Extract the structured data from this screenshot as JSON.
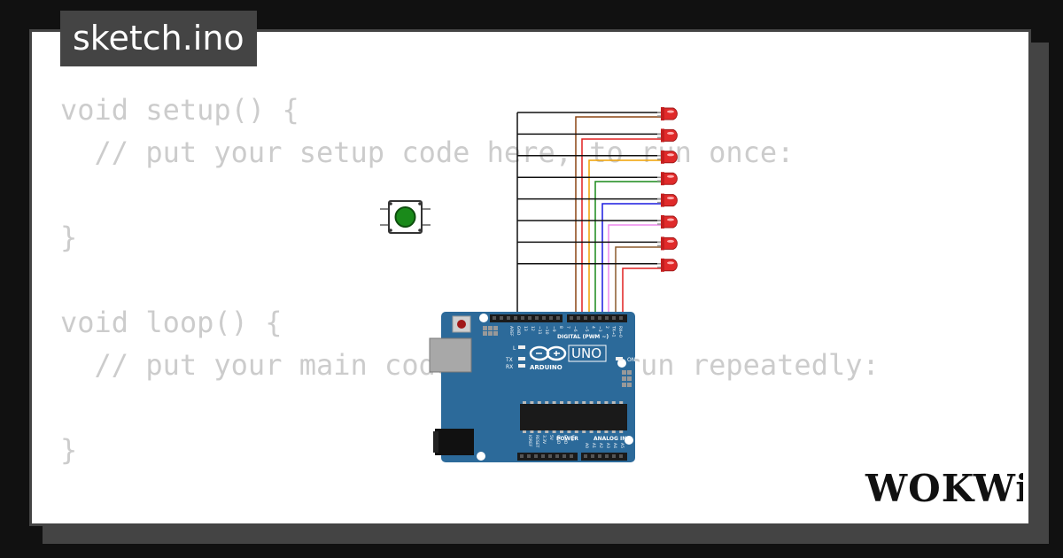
{
  "tab": {
    "title": "sketch.ino"
  },
  "code": {
    "lines": [
      "void setup() {",
      "  // put your setup code here, to run once:",
      "",
      "}",
      "",
      "void loop() {",
      "  // put your main code here, to run repeatedly:",
      "",
      "}"
    ]
  },
  "board": {
    "brand": "ARDUINO",
    "model": "UNO",
    "header_label": "DIGITAL (PWM ~)",
    "power_label": "POWER",
    "analog_label": "ANALOG IN",
    "on_label": "ON",
    "tx_label": "TX",
    "rx_label": "RX",
    "l_label": "L",
    "color": "#2c6a9a",
    "digital_pins": [
      "AREF",
      "GND",
      "13",
      "12",
      "~11",
      "~10",
      "~9",
      "8",
      "7",
      "~6",
      "~5",
      "4",
      "~3",
      "2",
      "TX→1",
      "RX←0"
    ],
    "power_pins": [
      "IOREF",
      "RESET",
      "3.3V",
      "5V",
      "GND",
      "GND",
      "Vin"
    ],
    "analog_pins": [
      "A0",
      "A1",
      "A2",
      "A3",
      "A4",
      "A5"
    ]
  },
  "leds": {
    "count": 8,
    "color": "#e02a2a"
  },
  "button": {
    "color": "#1a8a1a"
  },
  "wires": {
    "ground_color": "#111111",
    "signal_colors": [
      "#8b4513",
      "#e02020",
      "#f0a000",
      "#1a8a1a",
      "#1a1ae0",
      "#ee88ee",
      "#8b5a2b",
      "#e02020"
    ]
  },
  "brand": {
    "logo": "WOKWi"
  }
}
